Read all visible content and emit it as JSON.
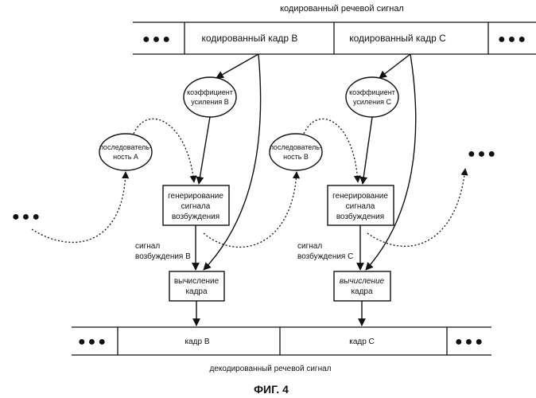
{
  "top_bus": {
    "title": "кодированный речевой сигнал",
    "cells": [
      "кодированный кадр В",
      "кодированный кадр С"
    ],
    "ellipsis": "●●●"
  },
  "bottom_bus": {
    "title": "декодированный речевой сигнал",
    "cells": [
      "кадр В",
      "кадр С"
    ],
    "ellipsis": "●●●"
  },
  "frame_b": {
    "gain": [
      "коэффициент",
      "усиления В"
    ],
    "sequence": [
      "последователь-",
      "ность А"
    ],
    "excitation_gen": [
      "генерирование",
      "сигнала",
      "возбуждения"
    ],
    "excitation_signal": [
      "сигнал",
      "возбуждения В"
    ],
    "frame_calc": [
      "вычисление",
      "кадра"
    ]
  },
  "frame_c": {
    "gain": [
      "коэффициент",
      "усиления С"
    ],
    "sequence": [
      "последователь-",
      "ность В"
    ],
    "excitation_gen": [
      "генерирование",
      "сигнала",
      "возбуждения"
    ],
    "excitation_signal": [
      "сигнал",
      "возбуждения С"
    ],
    "frame_calc": [
      "вычисление",
      "кадра"
    ]
  },
  "side_ellipsis_left": "●●●",
  "side_ellipsis_right": "●●●",
  "figure_caption": "ФИГ. 4"
}
